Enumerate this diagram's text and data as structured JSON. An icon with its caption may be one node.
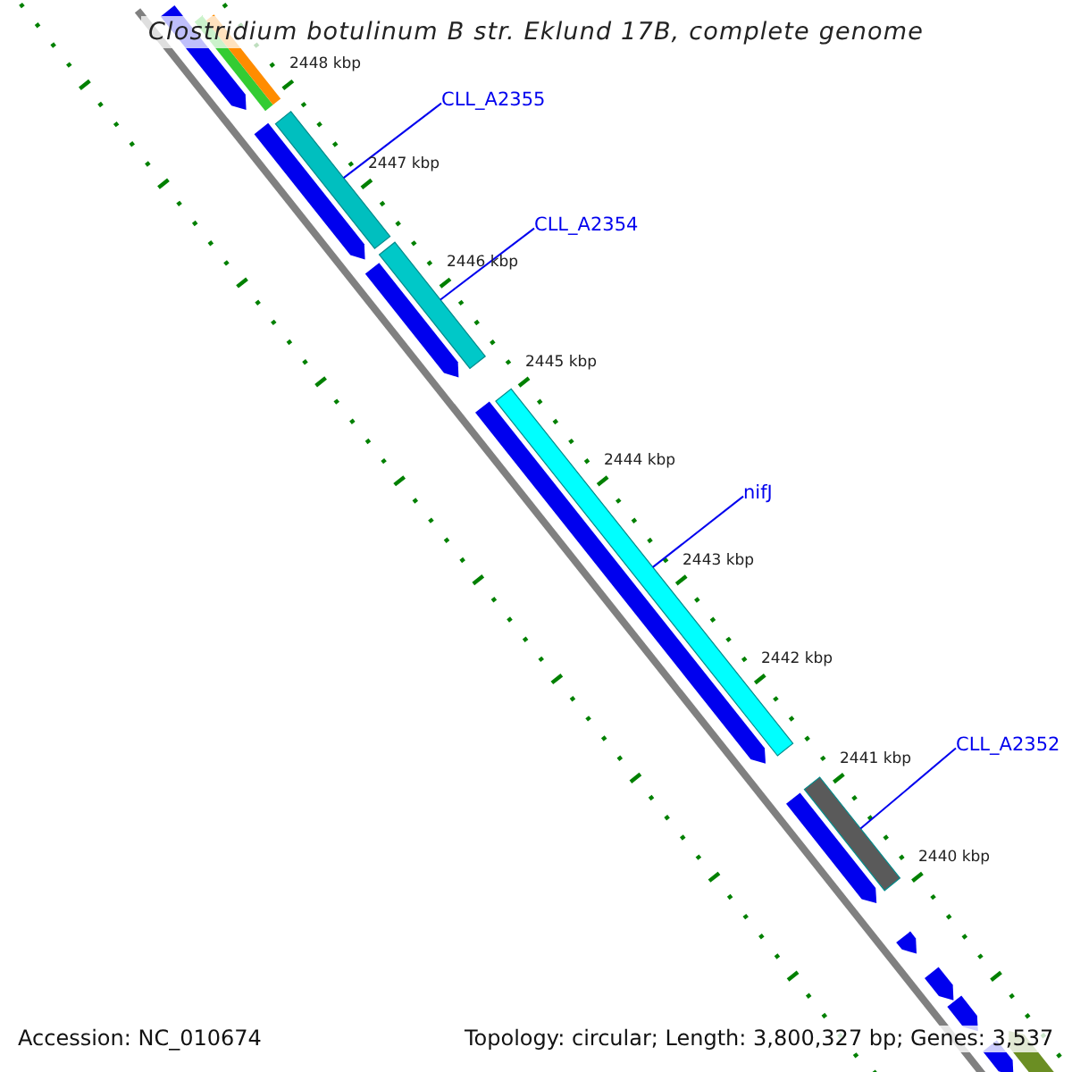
{
  "diagram": {
    "title": "Clostridium botulinum B str. Eklund 17B, complete genome",
    "nodes": [
      {
        "text": [
          "CLL_A2355"
        ]
      },
      {
        "text": [],
        "shape": "bar"
      },
      {
        "text": [
          "CLL_A2354"
        ]
      },
      {
        "text": [],
        "shape": "bar"
      },
      {
        "text": [
          "nifJ"
        ]
      },
      {
        "text": [],
        "shape": "bar"
      },
      {
        "text": [
          "CLL_A2352"
        ]
      },
      {
        "text": [],
        "shape": "bar"
      }
    ],
    "edges": [
      {
        "from": 0,
        "to": 1,
        "arrow": "none"
      },
      {
        "from": 2,
        "to": 3,
        "arrow": "none"
      },
      {
        "from": 4,
        "to": 5,
        "arrow": "none"
      },
      {
        "from": 6,
        "to": 7,
        "arrow": "none"
      }
    ],
    "labels": [
      "2448 kbp",
      "2447 kbp",
      "2446 kbp",
      "2445 kbp",
      "2444 kbp",
      "2443 kbp",
      "2442 kbp",
      "2441 kbp",
      "2440 kbp",
      "Accession: NC_010674",
      "Topology: circular; Length: 3,800,327 bp; Genes: 3,537"
    ]
  }
}
